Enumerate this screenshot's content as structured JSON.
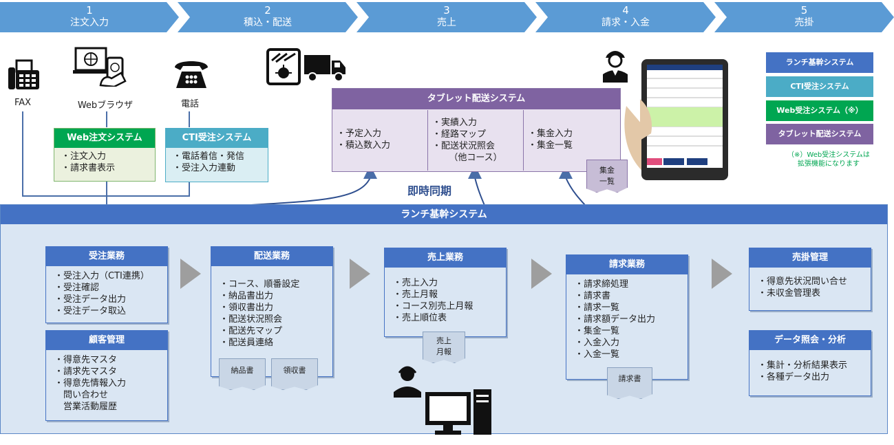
{
  "steps": [
    {
      "num": "1",
      "label": "注文入力"
    },
    {
      "num": "2",
      "label": "積込・配送"
    },
    {
      "num": "3",
      "label": "売上"
    },
    {
      "num": "4",
      "label": "請求・入金"
    },
    {
      "num": "5",
      "label": "売掛"
    }
  ],
  "channels": {
    "fax": "FAX",
    "web": "Webブラウザ",
    "phone": "電話"
  },
  "web_order": {
    "title": "Web注文システム",
    "items": [
      "・注文入力",
      "・請求書表示"
    ]
  },
  "cti": {
    "title": "CTI受注システム",
    "items": [
      "・電話着信・発信",
      "・受注入力連動"
    ]
  },
  "tablet": {
    "title": "タブレット配送システム",
    "col1": [
      "・予定入力",
      "・積込数入力"
    ],
    "col2": [
      "・実績入力",
      "・経路マップ",
      "・配送状況照会",
      "（他コース）"
    ],
    "col3": [
      "・集金入力",
      "・集金一覧"
    ],
    "doc": [
      "集金",
      "一覧"
    ]
  },
  "sync_label": "即時同期",
  "legend": {
    "items": [
      {
        "label": "ランチ基幹システム",
        "color": "#4472c4"
      },
      {
        "label": "CTI受注システム",
        "color": "#4bacc6"
      },
      {
        "label": "Web受注システム（※）",
        "color": "#00a651"
      },
      {
        "label": "タブレット配送システム",
        "color": "#7f63a1"
      }
    ],
    "note": [
      "（※）Web受注システムは",
      "拡張機能になります"
    ]
  },
  "main": {
    "title": "ランチ基幹システム",
    "juchu": {
      "title": "受注業務",
      "items": [
        "・受注入力（CTI連携）",
        "・受注確認",
        "・受注データ出力",
        "・受注データ取込"
      ]
    },
    "kokyaku": {
      "title": "顧客管理",
      "items": [
        "・得意先マスタ",
        "・請求先マスタ",
        "・得意先情報入力",
        "　問い合わせ",
        "　営業活動履歴"
      ]
    },
    "haiso": {
      "title": "配送業務",
      "items": [
        "・コース、順番設定",
        "・納品書出力",
        "・領収書出力",
        "・配送状況照会",
        "・配送先マップ",
        "・配送員連絡"
      ],
      "docs": [
        "納品書",
        "領収書"
      ]
    },
    "uriage": {
      "title": "売上業務",
      "items": [
        "・売上入力",
        "・売上月報",
        "・コース別売上月報",
        "・売上順位表"
      ],
      "doc": [
        "売上",
        "月報"
      ]
    },
    "seikyu": {
      "title": "請求業務",
      "items": [
        "・請求締処理",
        "・請求書",
        "・請求一覧",
        "・請求額データ出力",
        "・集金一覧",
        "・入金入力",
        "・入金一覧"
      ],
      "doc": "請求書"
    },
    "urikake": {
      "title": "売掛管理",
      "items": [
        "・得意先状況問い合せ",
        "・未収金管理表"
      ]
    },
    "data": {
      "title": "データ照会・分析",
      "items": [
        "・集計・分析結果表示",
        "・各種データ出力"
      ]
    }
  }
}
